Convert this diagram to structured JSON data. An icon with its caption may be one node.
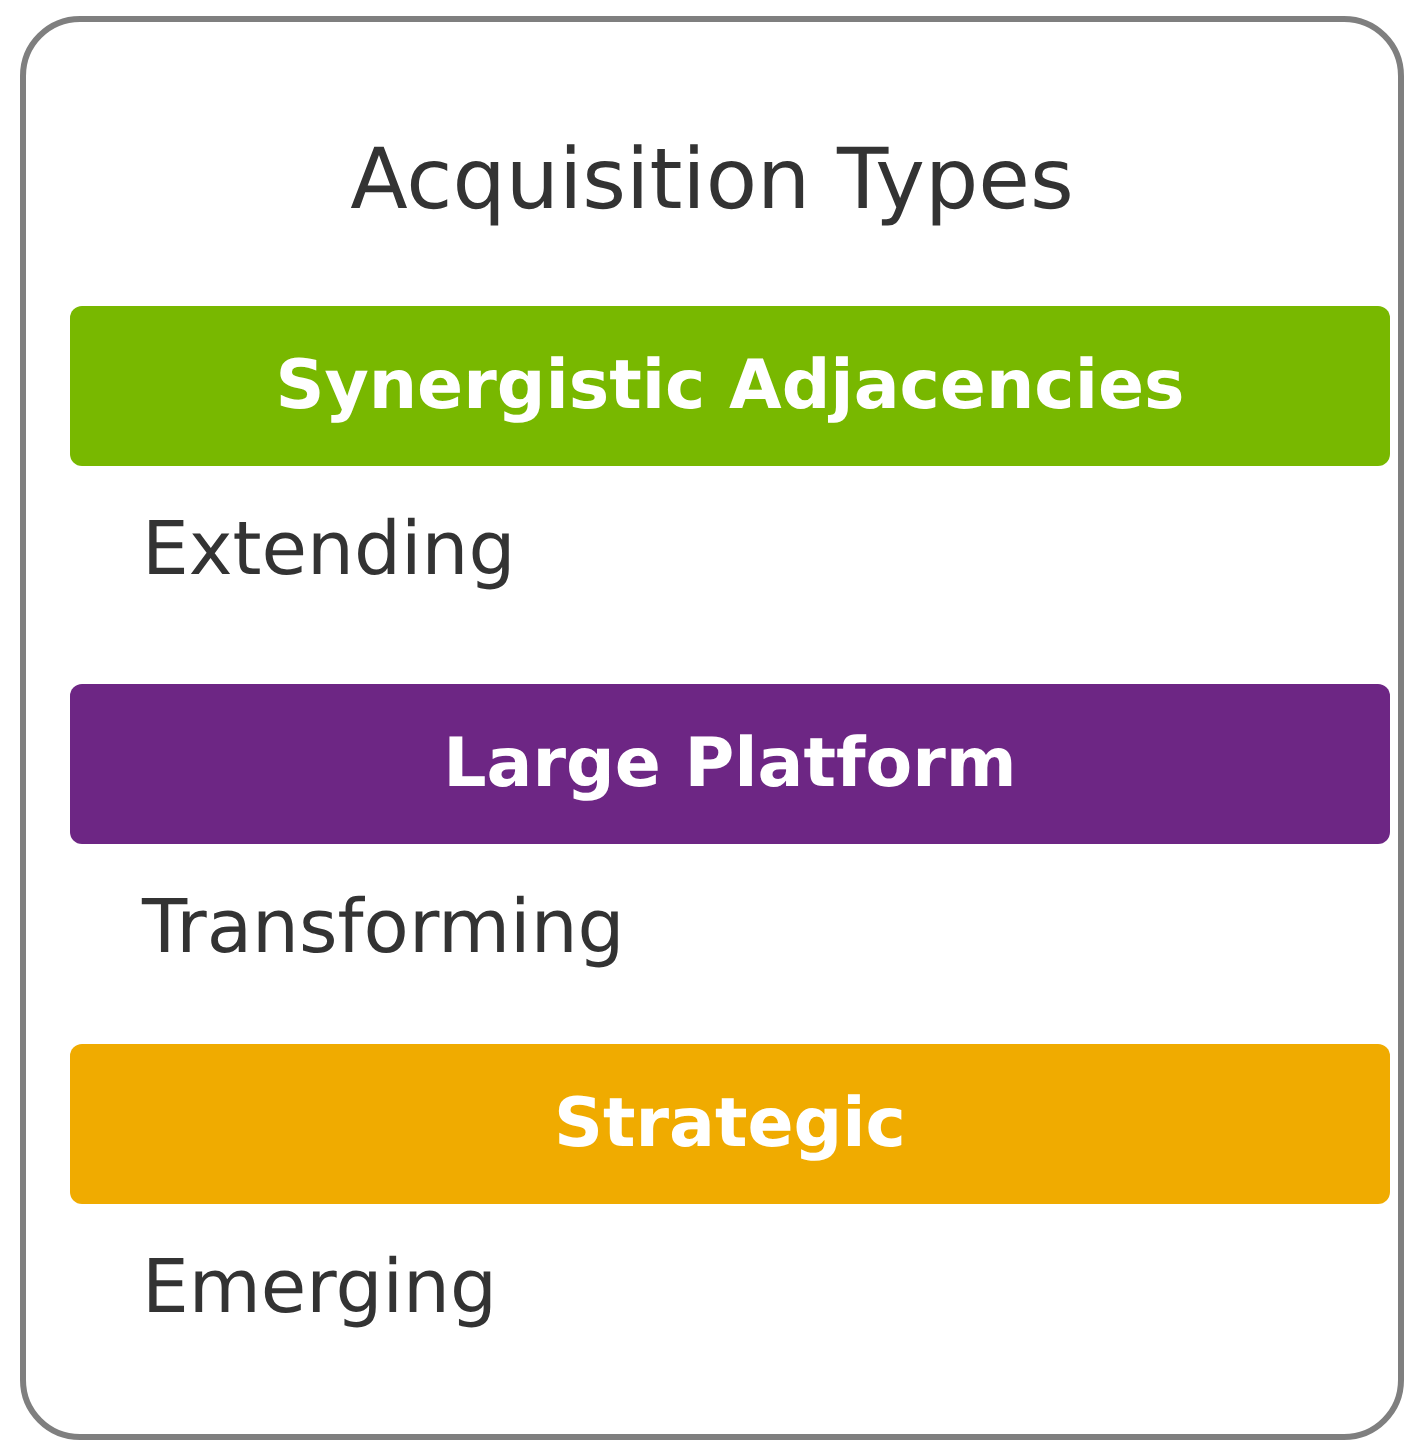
{
  "diagram": {
    "nodes": [
      {
        "text": [
          "Acquisition Types"
        ]
      },
      {
        "text": [
          "Synergistic Adjacencies"
        ],
        "in": 0,
        "beside": [
          "Extending"
        ]
      },
      {
        "text": [
          "Large Platform"
        ],
        "in": 0,
        "beside": [
          "Transforming"
        ]
      },
      {
        "text": [
          "Strategic"
        ],
        "in": 0,
        "beside": [
          "Emerging"
        ]
      }
    ]
  }
}
